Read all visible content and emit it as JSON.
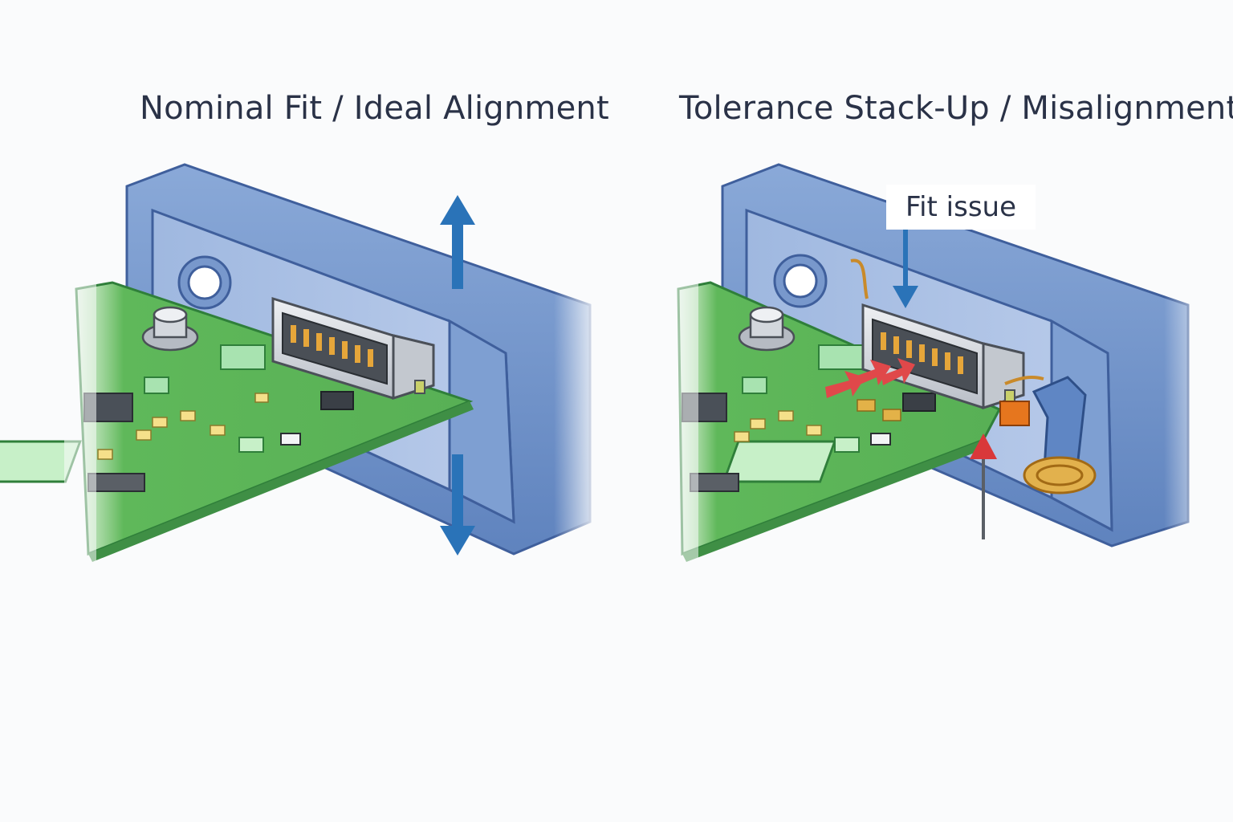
{
  "panels": {
    "left": {
      "title": "Nominal Fit / Ideal Alignment"
    },
    "right": {
      "title": "Tolerance Stack-Up / Misalignment",
      "callout": "Fit issue"
    }
  },
  "colors": {
    "housing": "#6f92c9",
    "housing_dark": "#3f5f9c",
    "pcb": "#5fb85a",
    "pcb_dark": "#2f7f3a",
    "connector": "#d7dbe2",
    "arrow_blue": "#2a73b8",
    "arrow_red": "#d9383a",
    "copper": "#d9a23c"
  },
  "icons": [
    "arrow-up-icon",
    "arrow-down-icon",
    "arrow-red-icon",
    "callout-arrow-icon"
  ]
}
